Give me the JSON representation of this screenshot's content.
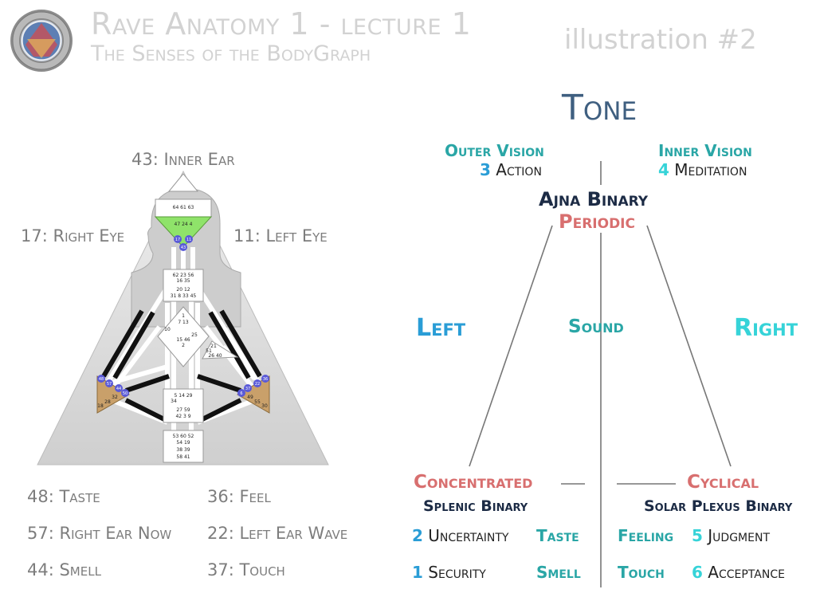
{
  "header": {
    "title": "Rave Anatomy 1 - lecture 1",
    "subtitle": "The Senses of the BodyGraph",
    "illustration": "illustration #2",
    "logo_icon": "rave-logo-icon"
  },
  "bodygraph": {
    "inner_ear": "43: Inner Ear",
    "right_eye": "17: Right Eye",
    "left_eye": "11: Left Eye",
    "gates": {
      "head": "64 61 63",
      "ajna": "47 24 4",
      "ajna_low_l": "17",
      "ajna_low_r": "11",
      "ajna_low_c": "43",
      "throat_1": "62  23  56",
      "throat_2": "16      35",
      "throat_3": "20      12",
      "throat_4": "31  8 33 45",
      "g_1": "1",
      "g_2": "7   13",
      "g_3": "10",
      "g_4": "25",
      "g_5": "15   46",
      "g_6": "2",
      "heart_1": "21",
      "heart_2": "51",
      "heart_3": "26   40",
      "sacral_1": "5 14 29",
      "sacral_2": "34",
      "sacral_3": "27      59",
      "sacral_4": "42  3   9",
      "root_1": "53  60  52",
      "root_2": "54      19",
      "root_3": "38      39",
      "root_4": "58      41",
      "spleen_1": "48",
      "spleen_2": "57",
      "spleen_3": "44",
      "spleen_4": "50",
      "spleen_5": "32",
      "spleen_6": "28",
      "spleen_7": "18",
      "sp_1": "36",
      "sp_2": "22",
      "sp_3": "37",
      "sp_4": "6",
      "sp_5": "49",
      "sp_6": "55",
      "sp_7": "30"
    }
  },
  "senses": [
    {
      "label": "48: Taste"
    },
    {
      "label": "36: Feel"
    },
    {
      "label": "57: Right Ear Now"
    },
    {
      "label": "22: Left Ear Wave"
    },
    {
      "label": "44: Smell"
    },
    {
      "label": "37: Touch"
    }
  ],
  "tone_diagram": {
    "tone": "Tone",
    "outer_vision": "Outer Vision",
    "outer_num": "3",
    "outer_word": "Action",
    "inner_vision": "Inner Vision",
    "inner_num": "4",
    "inner_word": "Meditation",
    "ajna_binary": "Ajna Binary",
    "periodic": "Periodic",
    "left": "Left",
    "sound": "Sound",
    "right": "Right",
    "concentrated": "Concentrated",
    "splenic_binary": "Splenic Binary",
    "cyclical": "Cyclical",
    "solar_plexus_binary": "Solar Plexus Binary",
    "rows": [
      {
        "num": "2",
        "word": "Uncertainty",
        "sense_l": "Taste",
        "sense_r": "Feeling",
        "num_r": "5",
        "word_r": "Judgment"
      },
      {
        "num": "1",
        "word": "Security",
        "sense_l": "Smell",
        "sense_r": "Touch",
        "num_r": "6",
        "word_r": "Acceptance"
      }
    ]
  }
}
